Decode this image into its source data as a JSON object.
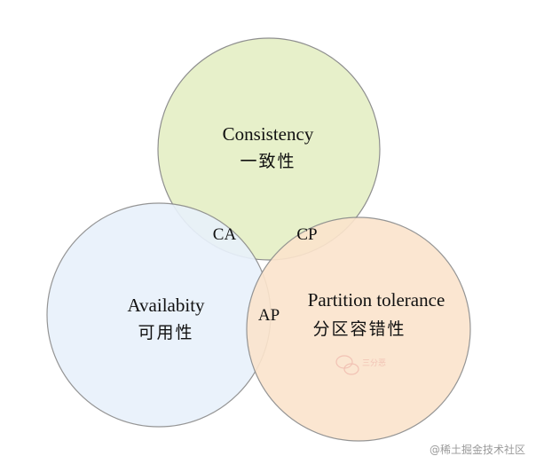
{
  "circles": {
    "consistency": {
      "en": "Consistency",
      "zh": "一致性",
      "fill": "#e6f0c8",
      "stroke": "#8a8a8a"
    },
    "availability": {
      "en": "Availabity",
      "zh": "可用性",
      "fill": "#e8f1fb",
      "stroke": "#8a8a8a"
    },
    "partition": {
      "en": "Partition tolerance",
      "zh": "分区容错性",
      "fill": "#fbe4cc",
      "stroke": "#8a8a8a"
    }
  },
  "intersections": {
    "ca": "CA",
    "cp": "CP",
    "ap": "AP"
  },
  "watermark": {
    "text": "@稀土掘金技术社区",
    "logo_text": "三分恶"
  }
}
